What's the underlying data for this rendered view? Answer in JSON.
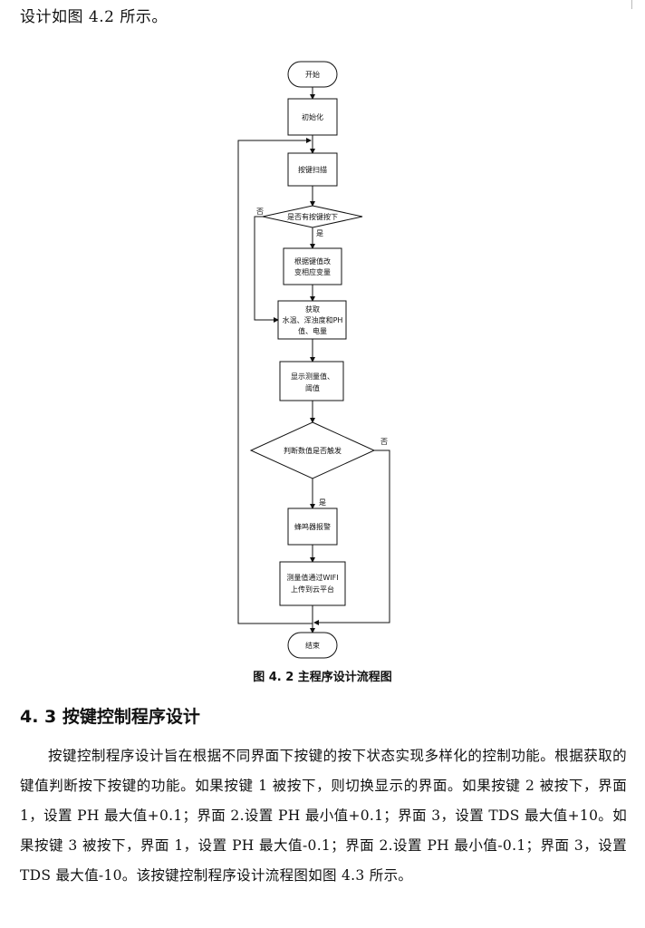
{
  "intro_text": "设计如图 4.2 所示。",
  "flowchart": {
    "nodes": {
      "start": "开始",
      "init": "初始化",
      "scan": "按键扫描",
      "decision1": "是否有按键按下",
      "change_line1": "根据键值改",
      "change_line2": "变相应变量",
      "acquire_line1": "获取",
      "acquire_line2": "水温、浑浊度和PH",
      "acquire_line3": "值、电量",
      "display_line1": "显示测量值、",
      "display_line2": "阈值",
      "decision2": "判断数值是否触发",
      "alarm": "蜂鸣器报警",
      "upload_line1": "测量值通过WIFI",
      "upload_line2": "上传到云平台",
      "end": "结束"
    },
    "labels": {
      "d1_yes": "是",
      "d1_no": "否",
      "d2_yes": "是",
      "d2_no": "否"
    }
  },
  "caption": "图 4. 2  主程序设计流程图",
  "section_heading": "4. 3  按键控制程序设计",
  "paragraph": "按键控制程序设计旨在根据不同界面下按键的按下状态实现多样化的控制功能。根据获取的键值判断按下按键的功能。如果按键 1 被按下，则切换显示的界面。如果按键 2 被按下，界面 1，设置 PH 最大值+0.1；界面 2.设置 PH 最小值+0.1；界面 3，设置 TDS 最大值+10。如果按键 3 被按下，界面 1，设置 PH 最大值-0.1；界面 2.设置 PH 最小值-0.1；界面 3，设置 TDS 最大值-10。该按键控制程序设计流程图如图 4.3 所示。"
}
